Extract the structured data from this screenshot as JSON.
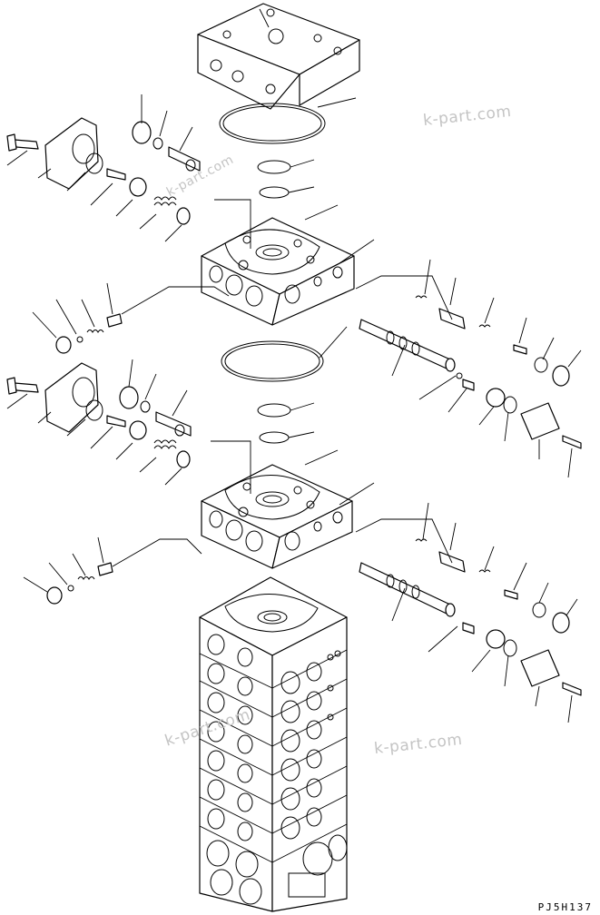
{
  "drawing_code": "PJ5H137",
  "watermarks": [
    "k-part.com",
    "k-part.com",
    "k-part.com",
    "k-part.com"
  ],
  "colors": {
    "line": "#000000",
    "background": "#ffffff",
    "watermark": "#c4c4c4"
  }
}
